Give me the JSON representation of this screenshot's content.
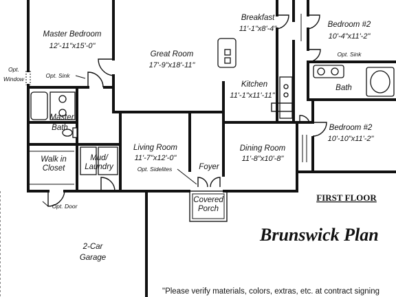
{
  "plan": {
    "rooms": {
      "master_bedroom": {
        "name": "Master Bedroom",
        "dims": "12'-11\"x15'-0\""
      },
      "great_room": {
        "name": "Great Room",
        "dims": "17'-9\"x18'-11\""
      },
      "breakfast": {
        "name": "Breakfast",
        "dims": "11'-1\"x8'-4\""
      },
      "kitchen": {
        "name": "Kitchen",
        "dims": "11'-1\"x11'-11\""
      },
      "bedroom_2_top": {
        "name": "Bedroom #2",
        "dims": "10'-4\"x11'-2\""
      },
      "bath": {
        "name": "Bath"
      },
      "bedroom_2_bottom": {
        "name": "Bedroom #2",
        "dims": "10'-10\"x11'-2\""
      },
      "master_bath": {
        "name_line1": "Master",
        "name_line2": "Bath"
      },
      "walk_in_closet": {
        "name_line1": "Walk in",
        "name_line2": "Closet"
      },
      "mud_laundry": {
        "name_line1": "Mud/",
        "name_line2": "Laundry"
      },
      "living_room": {
        "name": "Living Room",
        "dims": "11'-7\"x12'-0\""
      },
      "foyer": {
        "name": "Foyer"
      },
      "dining_room": {
        "name": "Dining Room",
        "dims": "11'-8\"x10'-8\""
      },
      "covered_porch": {
        "name_line1": "Covered",
        "name_line2": "Porch"
      },
      "garage": {
        "name_line1": "2-Car",
        "name_line2": "Garage"
      }
    },
    "notes": {
      "opt_window_line1": "Opt.",
      "opt_window_line2": "Window",
      "opt_sink_master": "Opt. Sink",
      "opt_sink_bath": "Opt. Sink",
      "opt_sidelites": "Opt. Sidelites",
      "opt_door": "Opt. Door"
    },
    "floor_label": "FIRST FLOOR",
    "plan_title": "Brunswick Plan",
    "disclaimer": "\"Please verify materials, colors, extras, etc. at contract signing"
  }
}
